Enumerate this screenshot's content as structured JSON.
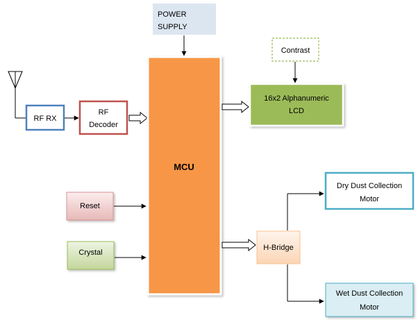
{
  "blocks": {
    "power_supply": {
      "line1": "POWER",
      "line2": "SUPPLY"
    },
    "mcu": {
      "label": "MCU"
    },
    "rf_rx": {
      "label": "RF RX"
    },
    "rf_decoder": {
      "line1": "RF",
      "line2": "Decoder"
    },
    "contrast": {
      "label": "Contrast"
    },
    "lcd": {
      "line1": "16x2 Alphanumeric",
      "line2": "LCD"
    },
    "reset": {
      "label": "Reset"
    },
    "crystal": {
      "label": "Crystal"
    },
    "h_bridge": {
      "label": "H-Bridge"
    },
    "dry_motor": {
      "line1": "Dry Dust Collection",
      "line2": "Motor"
    },
    "wet_motor": {
      "line1": "Wet Dust Collection",
      "line2": "Motor"
    }
  },
  "colors": {
    "mcu_fill": "#F79646",
    "power_fill": "#DCE6F1",
    "rf_rx_border": "#4F81BD",
    "rf_decoder_border": "#C0504D",
    "lcd_fill": "#9BBB59",
    "contrast_border": "#9BBB59",
    "reset_fill": "#F2D7D6",
    "crystal_fill": "#D7E4BD",
    "hbridge_fill": "#FDE9D9",
    "motor_border": "#4BACC6"
  },
  "icons": {
    "antenna": "antenna-icon"
  }
}
